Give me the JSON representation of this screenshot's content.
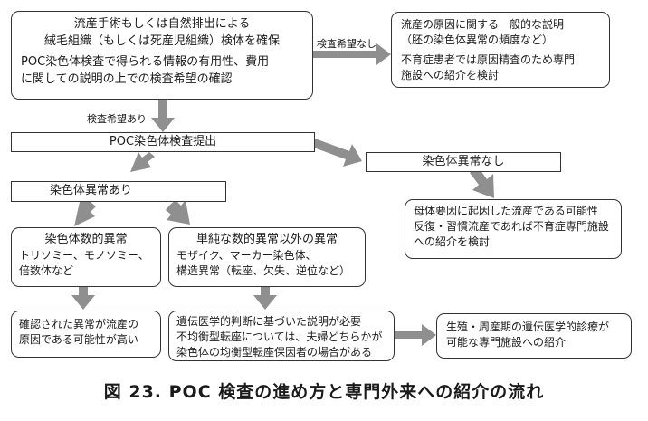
{
  "boxes": {
    "top": {
      "lines1": [
        "流産手術もしくは自然排出による",
        "絨毛組織（もしくは死産児組織）検体を確保"
      ],
      "lines2": [
        "POC染色体検査で得られる情報の有用性、費用",
        "に関しての説明の上での検査希望の確認"
      ]
    },
    "general_explanation": {
      "lines1": [
        "流産の原因に関する一般的な説明",
        "（胚の染色体異常の頻度など）"
      ],
      "lines2": [
        "不育症患者では原因精査のため専門",
        "施設への紹介を検討"
      ]
    },
    "poc_test": "POC染色体検査提出",
    "no_abnormality": "染色体異常なし",
    "abnormality": "染色体異常あり",
    "maternal_factor": [
      "母体要因に起因した流産である可能性",
      "反復・習慣流産であれば不育症専門施設",
      "への紹介を検討"
    ],
    "numerical": {
      "title": "染色体数的異常",
      "lines": [
        "トリソミー、モノソミー、",
        "倍数体など"
      ]
    },
    "non_numerical": {
      "title": "単純な数的異常以外の異常",
      "lines": [
        "モザイク、マーカー染色体、",
        "構造異常（転座、欠失、逆位など）"
      ]
    },
    "confirmed_cause": [
      "確認された異常が流産の",
      "原因である可能性が高い"
    ],
    "genetic_explanation": [
      "遺伝医学的判断に基づいた説明が必要",
      "不均衡型転座については、夫婦どちらかが",
      "染色体の均衡型転座保因者の場合がある"
    ],
    "referral_genetic": [
      "生殖・周産期の遺伝医学的診療が",
      "可能な専門施設への紹介"
    ]
  },
  "labels": {
    "no_test": "検査希望なし",
    "wants_test": "検査希望あり"
  },
  "caption": "図 23.  POC 検査の進め方と専門外来への紹介の流れ",
  "colors": {
    "arrow": "#8f8f8f",
    "border": "#333333"
  }
}
